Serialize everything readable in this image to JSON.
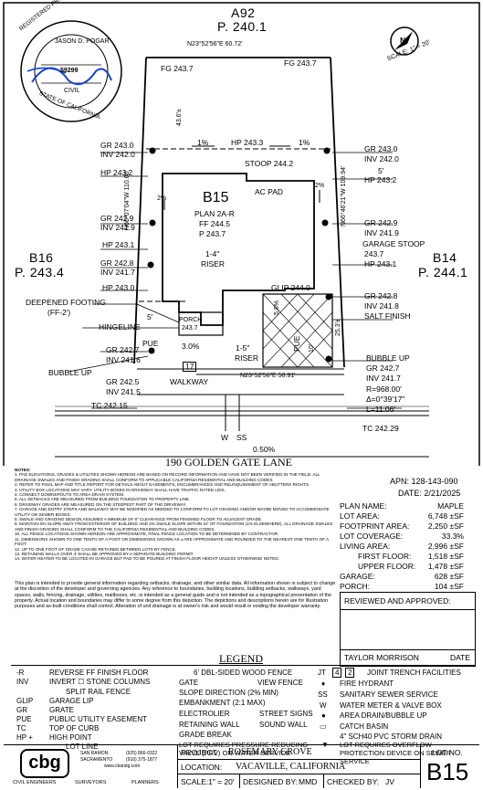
{
  "plan": {
    "north_label": "N",
    "scale_label": "SCALE: 1\" = 20'",
    "neighbor_top": {
      "id": "A92",
      "pad": "P. 240.1"
    },
    "neighbor_left": {
      "id": "B16",
      "pad": "P. 243.4"
    },
    "neighbor_right": {
      "id": "B14",
      "pad": "P. 244.1"
    },
    "lot_label": "B15",
    "plan_info": [
      "PLAN 2A-R",
      "FF 244.5",
      "P 243.7"
    ],
    "bearing_top": "N23°52'56\"E  60.72'",
    "bearing_bottom": "N23°52'56\"E  50.91'",
    "dim_left": "N66°07'04\"W  110.00'",
    "dim_right": "N66°46'21\"W  109.94'",
    "dim_top_setback": "43.6'±",
    "fg_left": "FG 243.7",
    "fg_right": "FG 243.7",
    "hp_top": "HP 243.3",
    "slope_top_left": "1%",
    "slope_top_right": "1%",
    "slope_left": "2%",
    "slope_right": "2%",
    "stoop": "STOOP 244.2",
    "ac_pad": "AC PAD",
    "riser_1": [
      "1-4\"",
      "RISER"
    ],
    "riser_2": [
      "1-5\"",
      "RISER"
    ],
    "glip": "GLIP 244.0",
    "pue": "PUE",
    "walkway": "WALKWAY",
    "porch": [
      "PORCH",
      "243.7"
    ],
    "slope_porch": "3.0%",
    "garage_slope": "5.8%",
    "pue_right": "PUE",
    "dim_25": "25.3'±",
    "dim_10": "10'",
    "box_17": "17",
    "left_labels": [
      [
        "GR 243.0",
        "INV 242.0"
      ],
      [
        "HP 243.2"
      ],
      [
        "GR 242.9",
        "INV 241.9"
      ],
      [
        "HP 243.1"
      ],
      [
        "GR 242.8",
        "INV 241.7"
      ],
      [
        "HP 243.0"
      ],
      [
        "DEEPENED FOOTING",
        "(FF-2')"
      ],
      [
        "5'",
        "HINGELINE"
      ],
      [
        "PUE"
      ],
      [
        "GR 242.7",
        "INV 241.6"
      ],
      [
        "BUBBLE UP",
        "GR 242.5",
        "INV 241.5"
      ],
      [
        "TC 242.15"
      ]
    ],
    "right_labels": [
      [
        "GR 243.0",
        "INV 242.0"
      ],
      [
        "5'",
        "HP 243.2"
      ],
      [
        "GR 242.9",
        "INV 241.9",
        "GARAGE STOOP",
        "243.7",
        "HP 243.1"
      ],
      [
        "GR 242.8",
        "INV 241.8",
        "SALT FINISH"
      ],
      [
        "BUBBLE UP",
        "GR 242.7",
        "INV 241.7"
      ],
      [
        "R=968.00'",
        "Δ=0°39'17\"",
        "L=11.06'"
      ],
      [
        "TC 242.29"
      ]
    ],
    "w": "W",
    "ss": "SS",
    "street_slope": "0.50%",
    "street_name": "190 GOLDEN GATE LANE"
  },
  "stamp": {
    "ring_text": "REGISTERED PROFESSIONAL ENGINEER",
    "name": "JASON D. POGAR",
    "number": "59299",
    "discipline": "CIVIL",
    "state": "STATE OF CALIFORNIA"
  },
  "notes": {
    "heading": "NOTES:",
    "items": [
      "1. PAD ELEVATIONS, GRADES & UTILITIES SHOWN HEREON ARE BASED ON RECORD INFORMATION AND HAVE NOT BEEN VERIFIED IN THE FIELD. ALL DRAINAGE SWALES AND FINISH GRADING SHALL CONFORM TO APPLICABLE CALIFORNIA RESIDENTIAL AND BUILDING CODES.",
      "2. REFER TO FINAL MAP AND TITLE REPORT FOR DETAILS ABOUT EASEMENTS, ENCUMBRANCES AND RELINQUISHMENT OF ABUTTERS RIGHTS.",
      "3. UTILITY BOX LOCATIONS MAY VARY. UTILITY BOXES IN DRIVEWAY SHALL HAVE TRAFFIC RATED LIDS.",
      "4. CONNECT DOWNSPOUTS TO AREA DRAIN SYSTEM.",
      "5. ALL SETBACKS ARE MEASURED FROM BUILDING FOUNDATION TO PROPERTY LINE.",
      "6. DRIVEWAY GRADES ARE MEASURED ON THE STEEPEST PART OF THE DRIVEWAY.",
      "7. GARAGE AND ENTRY STEPS AND WALKWAY MAY BE MODIFIED AS NEEDED TO CONFORM TO LOT GRADING AND/OR MAYBE MOVED TO ACCOMMODATE UTILITY OR SEWER BOXES.",
      "8. SWALE AND GRADING DESIGN ASSUMES A MINIMUM OF 8\" CLEARANCE FROM FINISHED FLOOR TO ADJACENT GRADE.",
      "9. MAINTAIN 5% SLOPE AWAY FROM EXTERIOR OF BUILDING AND 2% SWALE SLOPE WITHIN 10' OF FOUNDATION (1% ELSEWHERE). ALL DRAINAGE SWALES AND FINISH GRADING SHALL CONFORM TO THE CALIFORNIA RESIDENTIAL AND BUILDING CODES.",
      "10. ALL FENCE LOCATIONS SHOWN HEREON ARE APPROXIMATE, FINAL FENCE LOCATION TO BE DETERMINED BY CONTRACTOR.",
      "11. DIMENSIONS SHOWN TO ONE TENTH OF A FOOT OR DIMENSIONS SHOWN AS ± ARE APPROXIMATE AND ROUNDED TO THE NEAREST ONE TENTH OF A FOOT.",
      "12. UP TO ONE FOOT OF GRADE CAN BE RETAINED BETWEEN LOTS BY FENCE.",
      "13. RETAINING WALLS OVER 4' SHALL BE APPROVED BY A SEPARATE BUILDING PERMIT.",
      "14. WATER HEATER TO BE LOCATED IN GARAGE BUT PAD TO BE POURED AT FINISH FLOOR HEIGHT UNLESS OTHERWISE NOTED."
    ],
    "disclaimer": "This plan is intended to provide general information regarding setbacks, drainage, and other similar data. All information shown is subject to change at the discretion of the developer and governing agencies. Any reference to boundaries, building locations, building setbacks, walkways, yard spaces, walls, fencing, drainage, utilities, mailboxes, etc. is intended as a general guide and is not intended as a topographical presentation of the property. Actual location and boundaries may differ to some degree from this depiction. The depictions and descriptions herein are for illustration purposes and as-built conditions shall control. Alteration of unit drainage is at owner's risk and would result in voiding the developer warranty."
  },
  "lot_info": {
    "apn": "APN:  128-143-090",
    "date": "DATE:  2/21/2025",
    "stats": [
      {
        "label": "PLAN NAME:",
        "value": "MAPLE",
        "indent": false
      },
      {
        "label": "LOT AREA:",
        "value": "6,748  ±SF",
        "indent": false
      },
      {
        "label": "FOOTPRINT AREA:",
        "value": "2,250  ±SF",
        "indent": false
      },
      {
        "label": "LOT COVERAGE:",
        "value": "33.3%",
        "indent": false
      },
      {
        "label": "LIVING AREA:",
        "value": "2,996  ±SF",
        "indent": false
      },
      {
        "label": "FIRST FLOOR:",
        "value": "1,518  ±SF",
        "indent": true
      },
      {
        "label": "UPPER FLOOR:",
        "value": "1,478  ±SF",
        "indent": true
      },
      {
        "label": "GARAGE:",
        "value": "628  ±SF",
        "indent": false
      },
      {
        "label": "PORCH:",
        "value": "104  ±SF",
        "indent": false
      }
    ],
    "reviewed": "REVIEWED AND APPROVED:",
    "signer": "TAYLOR MORRISON",
    "signer_date": "DATE"
  },
  "legend": {
    "title": "LEGEND",
    "col1": [
      {
        "sym": "-R",
        "text": "REVERSE   FF  FINISH  FLOOR"
      },
      {
        "sym": "INV",
        "text": "INVERT   ☐ STONE COLUMNS"
      },
      {
        "sym": "",
        "text": "SPLIT RAIL FENCE"
      },
      {
        "sym": "GLIP",
        "text": "GARAGE LIP"
      },
      {
        "sym": "GR",
        "text": "GRATE"
      },
      {
        "sym": "PUE",
        "text": "PUBLIC UTILITY EASEMENT"
      },
      {
        "sym": "TC",
        "text": "TOP  OF  CURB"
      },
      {
        "sym": "HP +",
        "text": "HIGH  POINT"
      },
      {
        "sym": "",
        "text": "LOT  LINE"
      }
    ],
    "col2": [
      {
        "text": "6' DBL-SIDED WOOD FENCE"
      },
      {
        "text": "GATE"
      },
      {
        "text": "VIEW FENCE"
      },
      {
        "text": "SLOPE DIRECTION (2% MIN)"
      },
      {
        "text": "EMBANKMENT (2:1 MAX)"
      },
      {
        "text": "ELECTROLIER"
      },
      {
        "text": "STREET SIGNS"
      },
      {
        "text": "RETAINING WALL"
      },
      {
        "text": "SOUND WALL"
      },
      {
        "text": "GRADE BREAK"
      },
      {
        "text": "LOT REQUIRES PRESSURE REDUCING VALVE (PRV) ON WATER SERVICE"
      }
    ],
    "col3": [
      {
        "sym": "JT",
        "text": "JOINT TRENCH FACILITIES"
      },
      {
        "sym": "",
        "text": "FIRE HYDRANT"
      },
      {
        "sym": "SS",
        "text": "SANITARY SEWER SERVICE"
      },
      {
        "sym": "W",
        "text": "WATER METER & VALVE BOX"
      },
      {
        "sym": "",
        "text": "AREA DRAIN/BUBBLE UP"
      },
      {
        "sym": "",
        "text": "CATCH BASIN"
      },
      {
        "sym": "",
        "text": "4\" SCH40 PVC STORM DRAIN"
      },
      {
        "sym": "",
        "text": "LOT REQUIRES OVERFLOW PROTECTION DEVICE ON SEWER SERVICE"
      }
    ],
    "jt_boxes": [
      "4",
      "2"
    ]
  },
  "title_block": {
    "logo": "cbg",
    "offices": [
      "SAN RAMON",
      "SACRAMENTO",
      "(925) 866-0322",
      "(916) 375-1877",
      "www.cbandg.com"
    ],
    "tagline": [
      "CIVIL ENGINEERS",
      "SURVEYORS",
      "PLANNERS"
    ],
    "project_label": "PROJECT:",
    "project_value": "ROSEMARY GROVE",
    "location_label": "LOCATION:",
    "location_value": "VACAVILLE, CALIFORNIA",
    "scale_label": "SCALE:",
    "scale_value": "1\" = 20'",
    "designed_label": "DESIGNED BY:",
    "designed_value": "MMD",
    "checked_label": "CHECKED BY:",
    "checked_value": "JV",
    "lot_no_label": "LOT NO.",
    "lot_no_value": "B15"
  }
}
